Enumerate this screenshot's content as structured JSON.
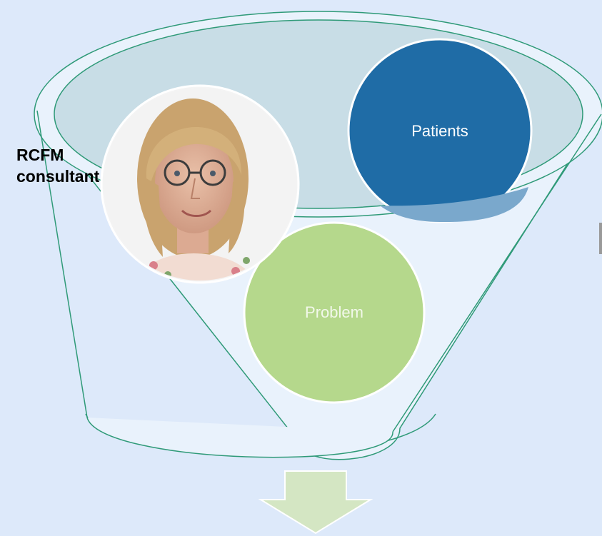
{
  "consultant_label_line1": "RCFM",
  "consultant_label_line2": "consultant",
  "circles": {
    "patients": "Patients",
    "problem": "Problem"
  },
  "photo": {
    "description": "portrait"
  },
  "colors": {
    "background": "#dde9fa",
    "funnel_fill": "#e9f2fc",
    "funnel_stroke": "#2f9a78",
    "rim_fill": "#c8dde6",
    "patients_fill": "#1f6ca6",
    "problem_fill": "#b5d88c",
    "arrow_fill": "#d4e6c3"
  }
}
